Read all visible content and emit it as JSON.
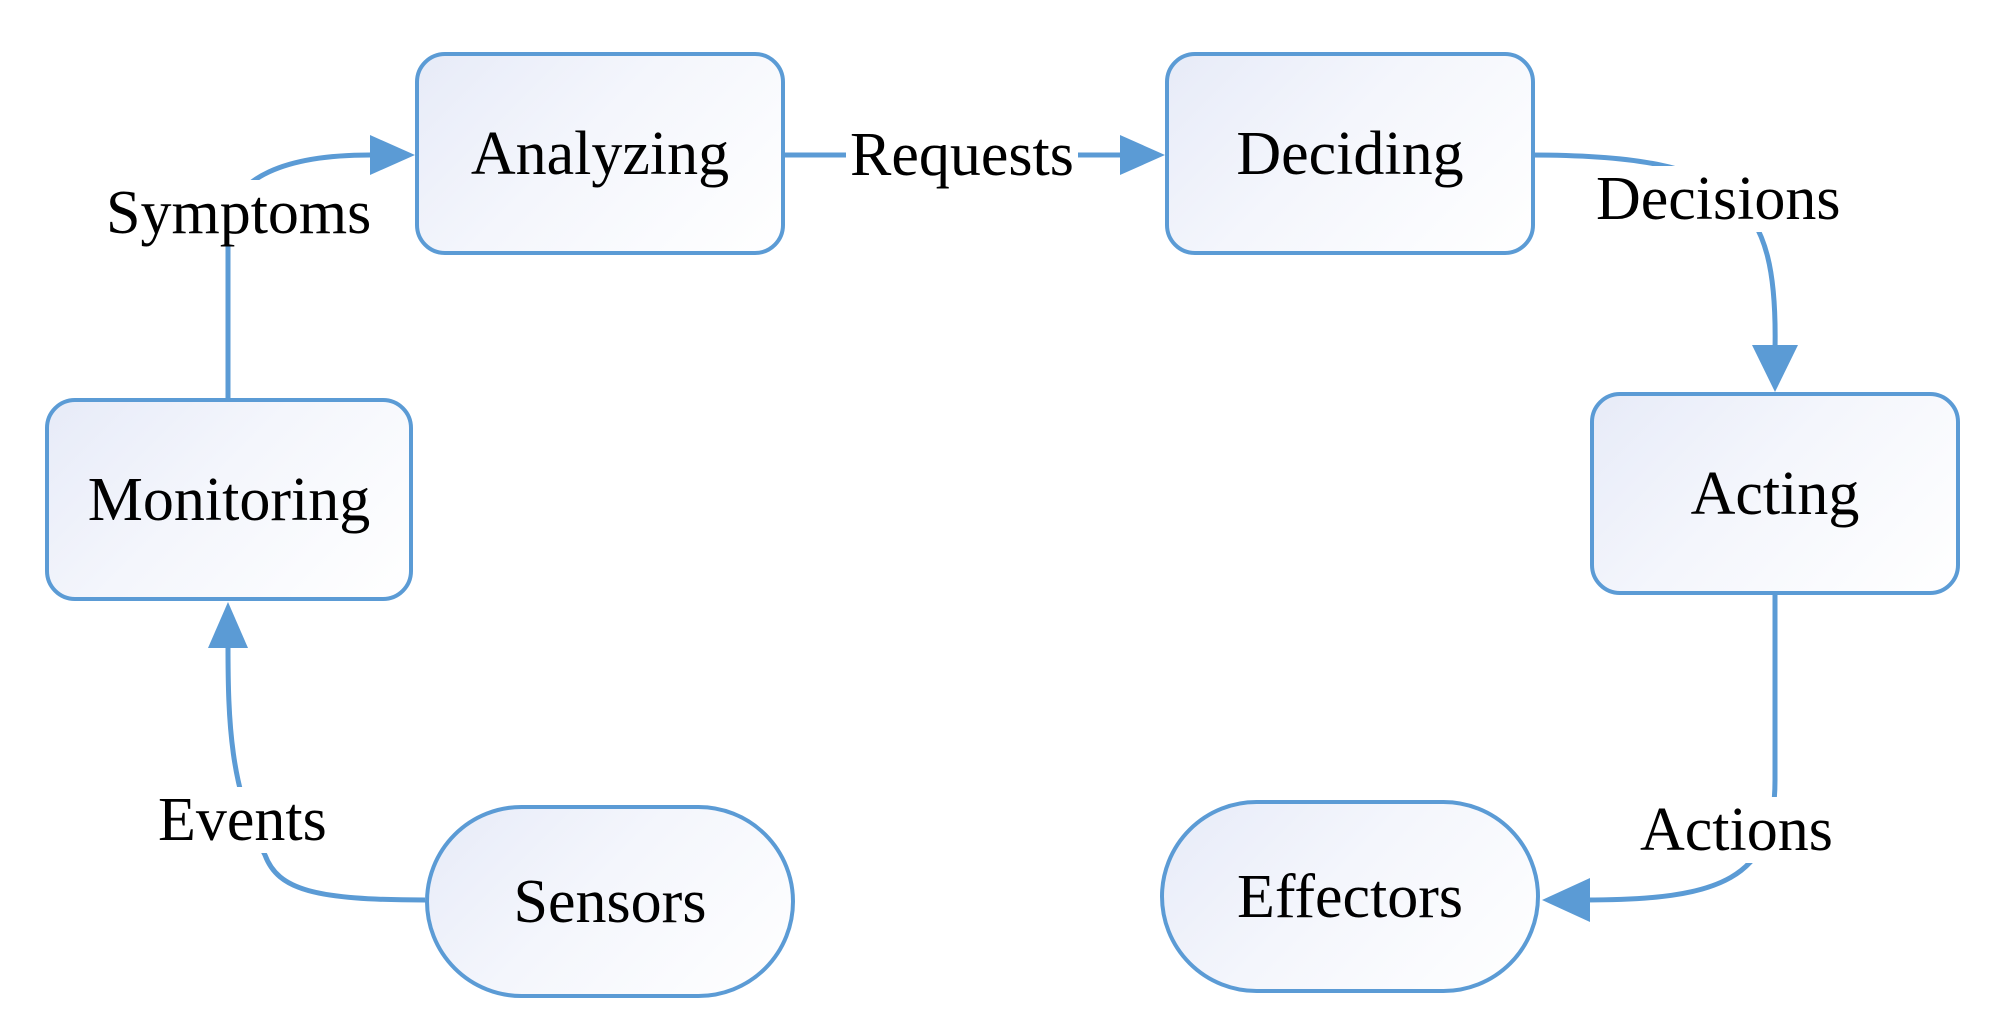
{
  "nodes": {
    "analyzing": "Analyzing",
    "deciding": "Deciding",
    "monitoring": "Monitoring",
    "acting": "Acting",
    "sensors": "Sensors",
    "effectors": "Effectors"
  },
  "edges": {
    "symptoms": "Symptoms",
    "requests": "Requests",
    "decisions": "Decisions",
    "actions": "Actions",
    "events": "Events"
  },
  "colors": {
    "accent": "#5b9bd5",
    "node_fill_start": "#e7ebf8",
    "node_fill_end": "#ffffff"
  }
}
